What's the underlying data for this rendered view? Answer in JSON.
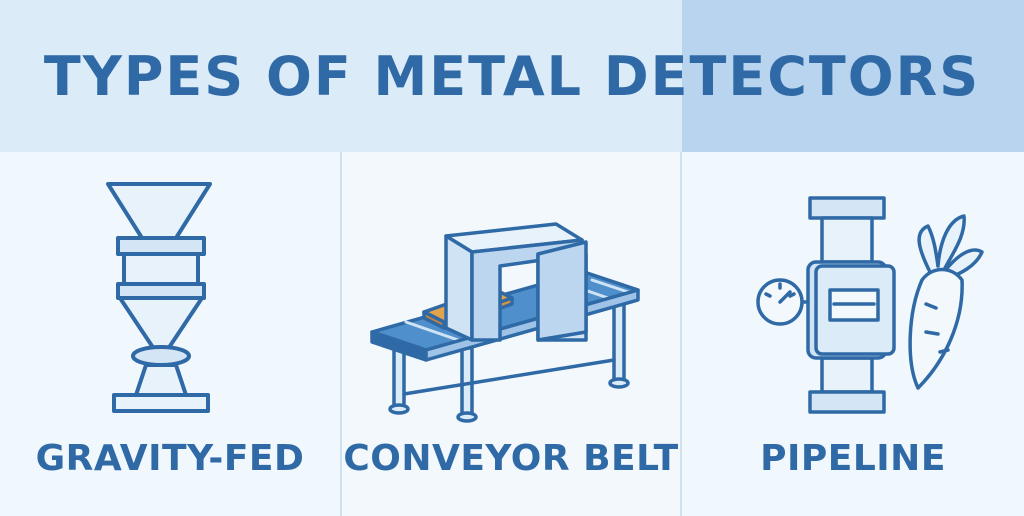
{
  "title": "TYPES OF METAL DETECTORS",
  "panels": [
    {
      "label": "GRAVITY-FED",
      "icon": "gravity-fed-detector-icon"
    },
    {
      "label": "CONVEYOR BELT",
      "icon": "conveyor-belt-detector-icon"
    },
    {
      "label": "PIPELINE",
      "icon": "pipeline-detector-icon"
    }
  ],
  "colors": {
    "primary": "#2f6aa6",
    "light": "#dcebf8",
    "accent": "#b8d4ee",
    "fill": "#cfe3f5",
    "product": "#e2a34a"
  }
}
